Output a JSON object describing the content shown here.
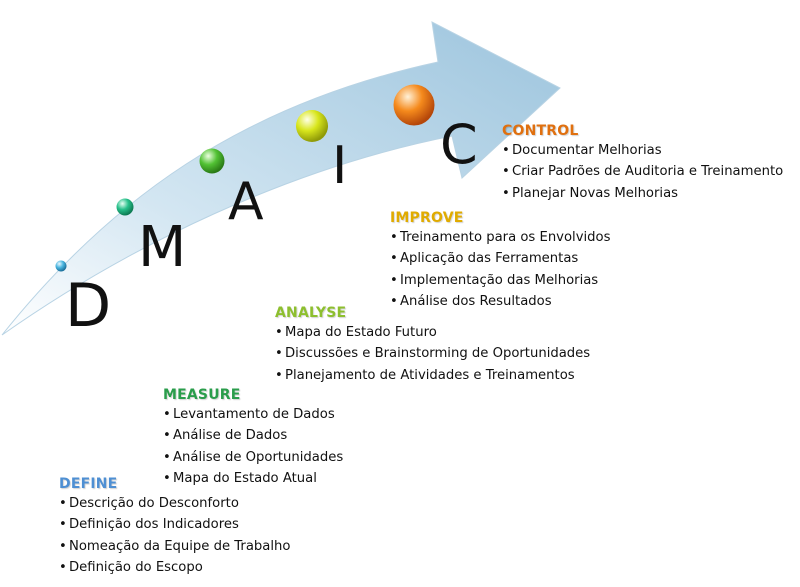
{
  "letters": [
    "D",
    "M",
    "A",
    "I",
    "C"
  ],
  "colors": {
    "define": "#4e8fd3",
    "measure": "#2a9d4b",
    "analyse": "#8dbf2e",
    "improve": "#e0ab00",
    "control": "#e0700f",
    "arrow": "#9fc6de"
  },
  "phases": [
    {
      "title": "DEFINE",
      "items": [
        "Descrição do Desconforto",
        "Definição dos Indicadores",
        "Nomeação da Equipe de Trabalho",
        "Definição do Escopo"
      ]
    },
    {
      "title": "MEASURE",
      "items": [
        "Levantamento de Dados",
        "Análise de Dados",
        "Análise de Oportunidades",
        "Mapa do Estado Atual"
      ]
    },
    {
      "title": "ANALYSE",
      "items": [
        "Mapa do Estado Futuro",
        "Discussões e Brainstorming de Oportunidades",
        "Planejamento de Atividades e Treinamentos"
      ]
    },
    {
      "title": "IMPROVE",
      "items": [
        "Treinamento para os Envolvidos",
        "Aplicação das Ferramentas",
        "Implementação das Melhorias",
        "Análise dos Resultados"
      ]
    },
    {
      "title": "CONTROL",
      "items": [
        "Documentar Melhorias",
        "Criar Padrões de Auditoria e Treinamento",
        "Planejar Novas Melhorias"
      ]
    }
  ]
}
